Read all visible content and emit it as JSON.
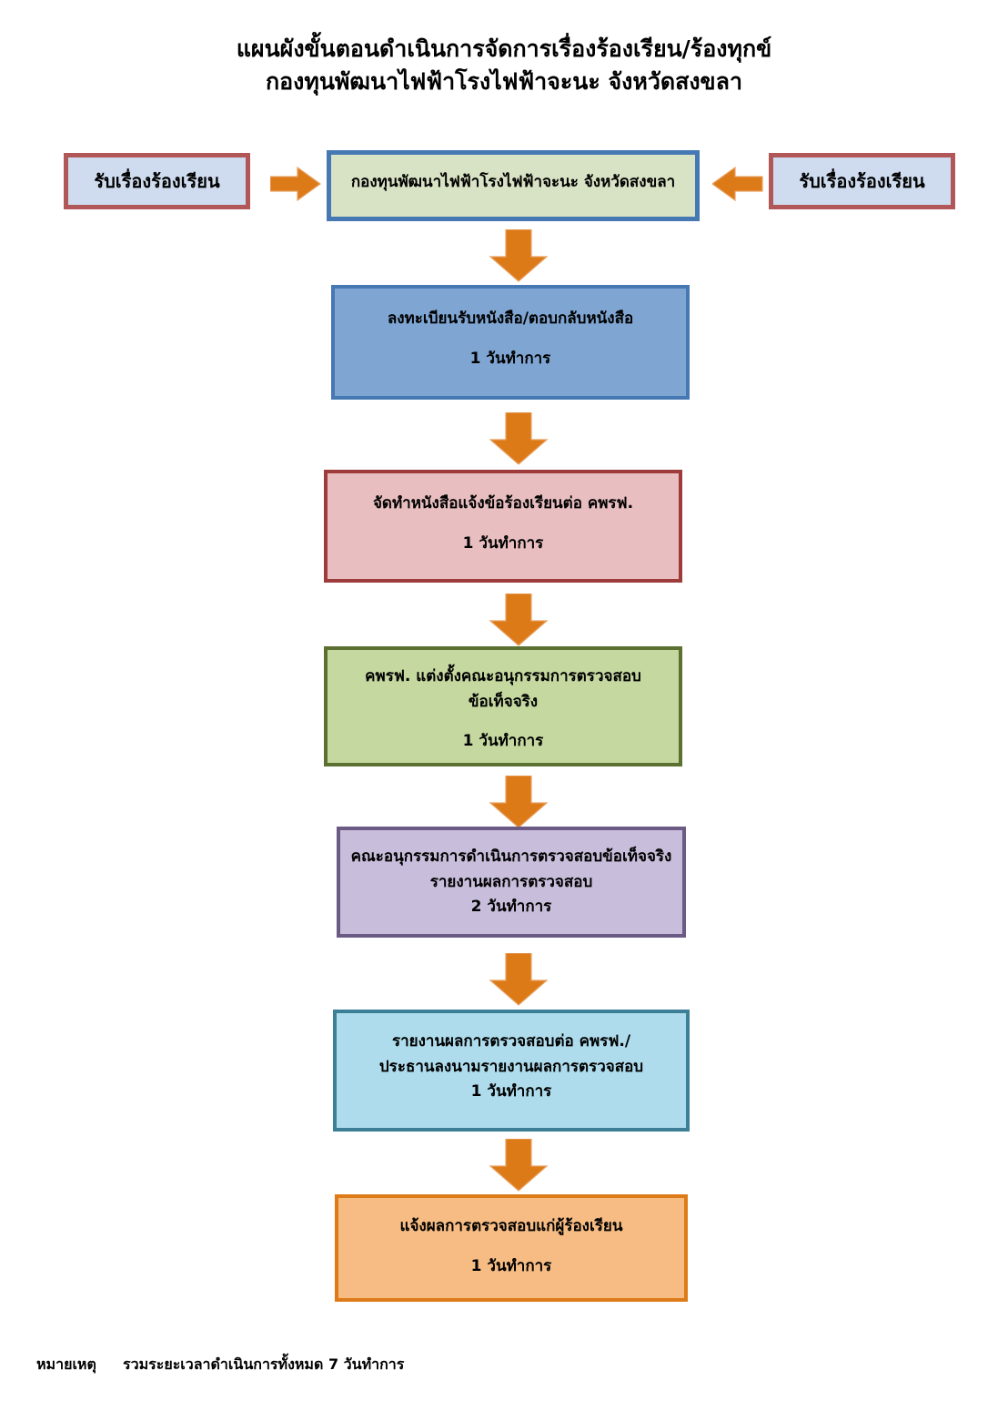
{
  "document": {
    "title_line1": "แผนผังขั้นตอนดำเนินการจัดการเรื่องร้องเรียน/ร้องทุกข์",
    "title_line2": "กองทุนพัฒนาไฟฟ้าโรงไฟฟ้าจะนะ จังหวัดสงขลา"
  },
  "colors": {
    "arrow": "#DD7A18",
    "entry_border": "#B25757",
    "entry_fill": "#CFDCEF",
    "org_border": "#4678B4",
    "org_fill": "#D8E2C4",
    "blue_border": "#4678B4",
    "blue_fill": "#7FA6D3",
    "pink_border": "#9E3B3B",
    "pink_fill": "#E8BEC0",
    "green_border": "#5B7031",
    "green_fill": "#C5D8A0",
    "purple_border": "#6B5B84",
    "purple_fill": "#C8BDDA",
    "teal_border": "#3C7F96",
    "teal_fill": "#AEDCEC",
    "orange_border": "#DD7B19",
    "orange_fill": "#F6BC84"
  },
  "entries": {
    "left": {
      "label": "รับเรื่องร้องเรียน"
    },
    "right": {
      "label": "รับเรื่องร้องเรียน"
    }
  },
  "org": {
    "label": "กองทุนพัฒนาไฟฟ้าโรงไฟฟ้าจะนะ จังหวัดสงขลา"
  },
  "steps": [
    {
      "id": "register",
      "line1": "ลงทะเบียนรับหนังสือ/ตอบกลับหนังสือ",
      "line2": "",
      "duration": "1 วันทำการ"
    },
    {
      "id": "notify-kporfo",
      "line1": "จัดทำหนังสือแจ้งข้อร้องเรียนต่อ คพรฟ.",
      "line2": "",
      "duration": "1 วันทำการ"
    },
    {
      "id": "appoint-subcommittee",
      "line1": "คพรฟ. แต่งตั้งคณะอนุกรรมการตรวจสอบ",
      "line2": "ข้อเท็จจริง",
      "duration": "1 วันทำการ"
    },
    {
      "id": "investigate",
      "line1": "คณะอนุกรรมการดำเนินการตรวจสอบข้อเท็จจริง",
      "line2": "รายงานผลการตรวจสอบ",
      "duration": "2 วันทำการ"
    },
    {
      "id": "report-results",
      "line1": "รายงานผลการตรวจสอบต่อ คพรฟ./",
      "line2": "ประธานลงนามรายงานผลการตรวจสอบ",
      "duration": "1 วันทำการ"
    },
    {
      "id": "inform-complainant",
      "line1": "แจ้งผลการตรวจสอบแก่ผู้ร้องเรียน",
      "line2": "",
      "duration": "1 วันทำการ"
    }
  ],
  "note": {
    "label": "หมายเหตุ",
    "text": "รวมระยะเวลาดำเนินการทั้งหมด 7 วันทำการ"
  }
}
